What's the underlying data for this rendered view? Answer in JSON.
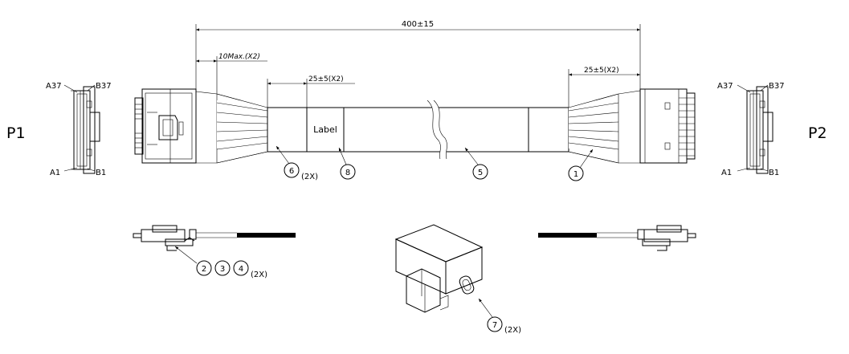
{
  "plugs": {
    "p1": "P1",
    "p2": "P2"
  },
  "pins": {
    "left_top_a": "A37",
    "left_top_b": "B37",
    "left_bottom_a": "A1",
    "left_bottom_b": "B1",
    "right_top_a": "A37",
    "right_top_b": "B37",
    "right_bottom_a": "A1",
    "right_bottom_b": "B1"
  },
  "dimensions": {
    "overall": "400±15",
    "strip_left": "10Max.(X2)",
    "sleeve_left": "25±5(X2)",
    "sleeve_right": "25±5(X2)"
  },
  "label_text": "Label",
  "balloons": {
    "b1": "1",
    "b2": "2",
    "b3": "3",
    "b4": "4",
    "b5": "5",
    "b6": "6",
    "b7": "7",
    "b8": "8"
  },
  "qty": {
    "q6": "(2X)",
    "q234": "(2X)",
    "q7": "(2X)"
  }
}
